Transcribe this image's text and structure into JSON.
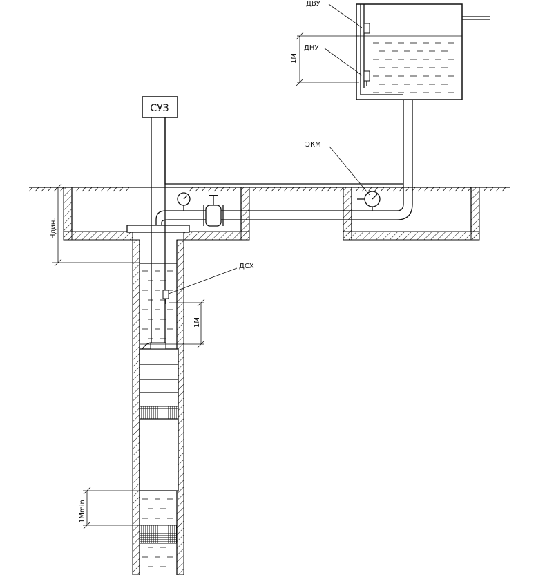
{
  "labels": {
    "dvu": "ДВУ",
    "dnu": "ДНУ",
    "tank_gap": "1М",
    "suz": "СУЗ",
    "ekm": "ЭКМ",
    "dsx": "ДСХ",
    "dsx_gap": "1М",
    "hdin": "Ндин.",
    "min_gap": "1Мmin"
  }
}
